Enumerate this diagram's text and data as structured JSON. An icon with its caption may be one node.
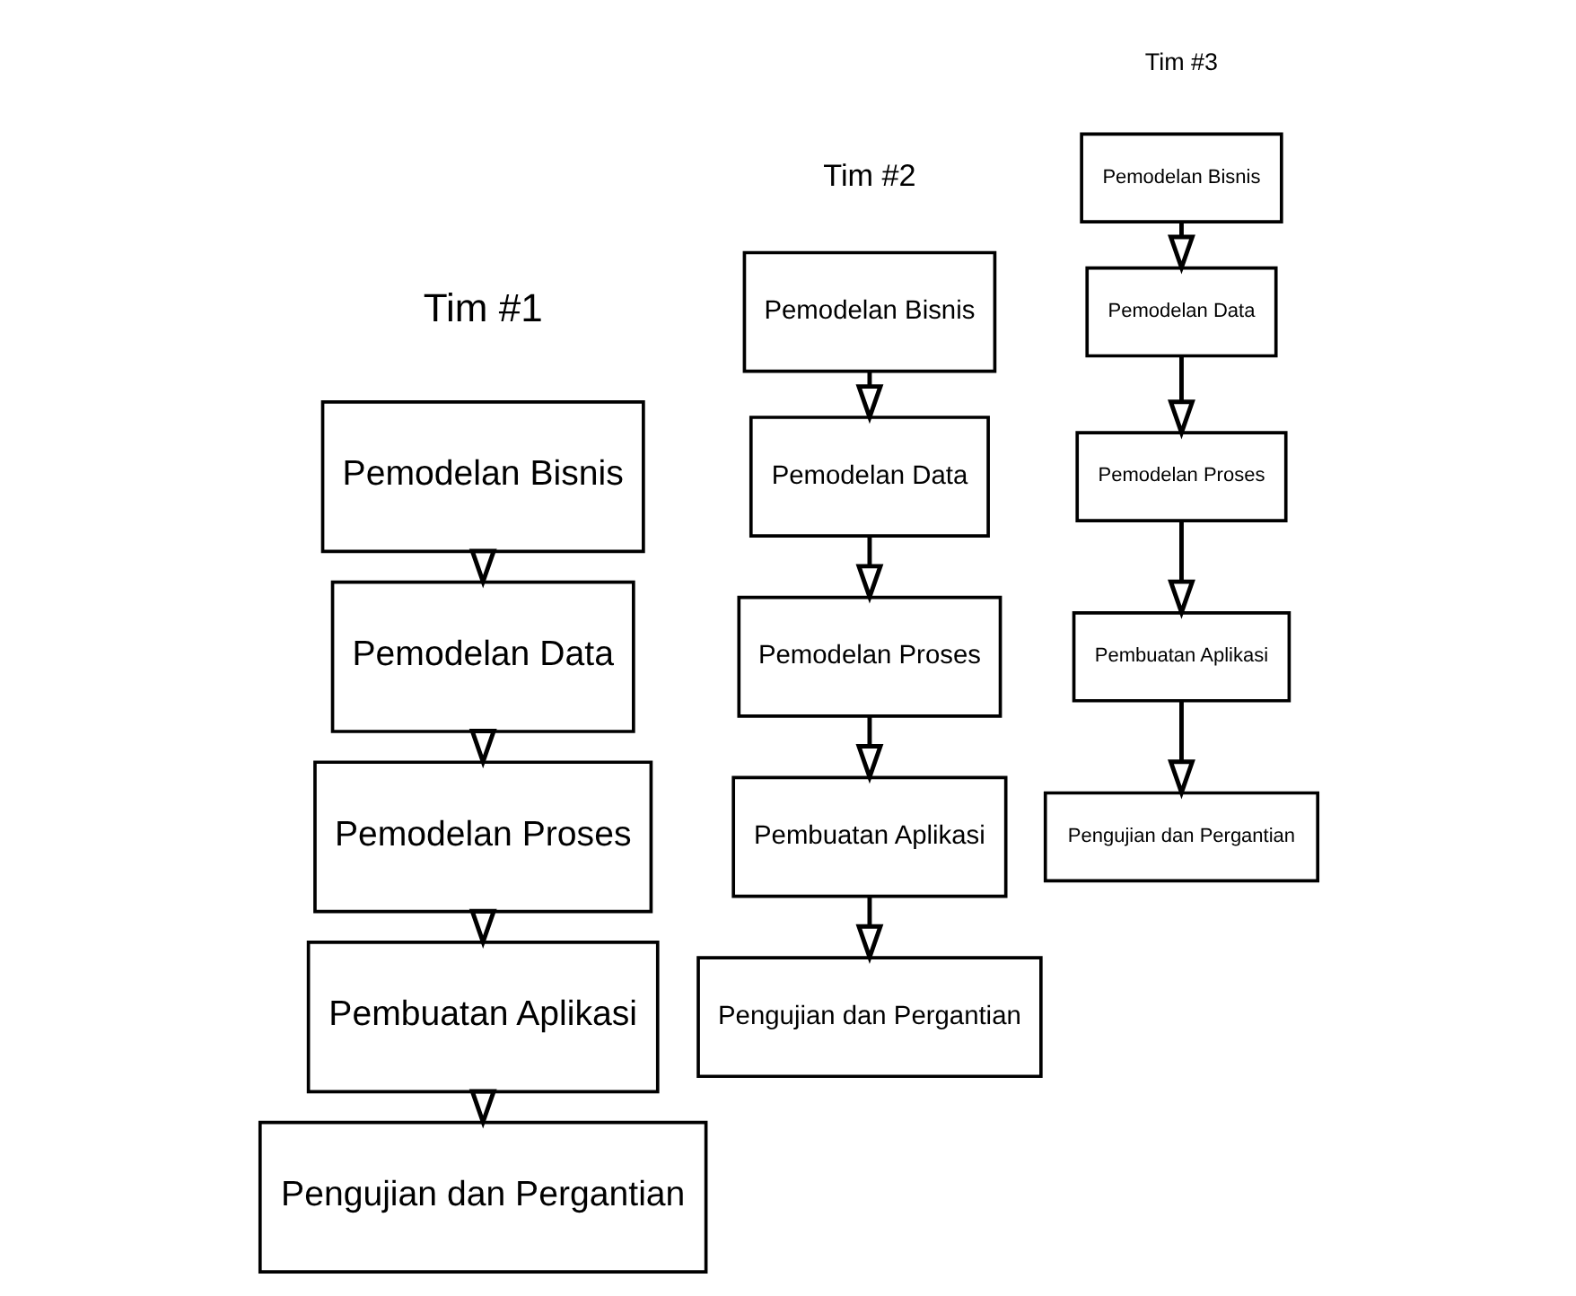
{
  "diagram": {
    "nodes": [
      {
        "text": [
          "Pemodelan Bisnis"
        ]
      },
      {
        "text": [
          "Pemodelan Data"
        ]
      },
      {
        "text": [
          "Pemodelan Proses"
        ]
      },
      {
        "text": [
          "Pembuatan Aplikasi"
        ]
      },
      {
        "text": [
          "Pengujian dan Pergantian"
        ]
      },
      {
        "text": [
          "Pemodelan Bisnis"
        ]
      },
      {
        "text": [
          "Pemodelan Data"
        ]
      },
      {
        "text": [
          "Pemodelan Proses"
        ]
      },
      {
        "text": [
          "Pembuatan Aplikasi"
        ]
      },
      {
        "text": [
          "Pengujian dan Pergantian"
        ]
      },
      {
        "text": [
          "Pemodelan Bisnis"
        ]
      },
      {
        "text": [
          "Pemodelan Data"
        ]
      },
      {
        "text": [
          "Pemodelan Proses"
        ]
      },
      {
        "text": [
          "Pembuatan Aplikasi"
        ]
      },
      {
        "text": [
          "Pengujian dan Pergantian"
        ]
      }
    ],
    "edges": [
      {
        "from": 0,
        "to": 1,
        "arrow": "to"
      },
      {
        "from": 1,
        "to": 2,
        "arrow": "to"
      },
      {
        "from": 2,
        "to": 3,
        "arrow": "to"
      },
      {
        "from": 3,
        "to": 4,
        "arrow": "to"
      },
      {
        "from": 5,
        "to": 6,
        "arrow": "to"
      },
      {
        "from": 6,
        "to": 7,
        "arrow": "to"
      },
      {
        "from": 7,
        "to": 8,
        "arrow": "to"
      },
      {
        "from": 8,
        "to": 9,
        "arrow": "to"
      },
      {
        "from": 10,
        "to": 11,
        "arrow": "to"
      },
      {
        "from": 11,
        "to": 12,
        "arrow": "to"
      },
      {
        "from": 12,
        "to": 13,
        "arrow": "to"
      },
      {
        "from": 13,
        "to": 14,
        "arrow": "to"
      }
    ],
    "labels": [
      "Tim #3",
      "Tim #2",
      "Tim #1"
    ]
  }
}
